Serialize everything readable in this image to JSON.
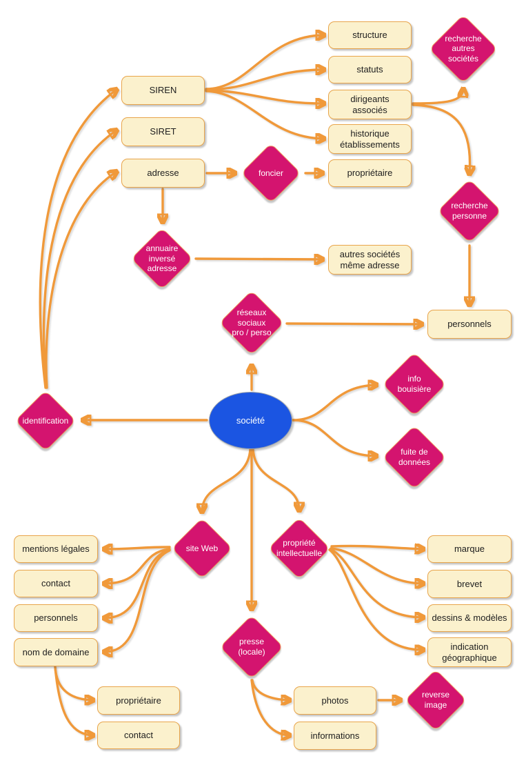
{
  "colors": {
    "arrow": "#f0993a",
    "box_fill": "#fbf1cd",
    "box_border": "#e8a44a",
    "diamond_fill": "#d4146f",
    "diamond_border": "#ef9a60",
    "ellipse_fill": "#1b55e2",
    "box_text": "#202020",
    "diamond_text": "#ffffff"
  },
  "nodes": {
    "societe": {
      "label": "société"
    },
    "identification": {
      "label": "identification"
    },
    "siren": {
      "label": "SIREN"
    },
    "siret": {
      "label": "SIRET"
    },
    "adresse": {
      "label": "adresse"
    },
    "structure": {
      "label": "structure"
    },
    "statuts": {
      "label": "statuts"
    },
    "dirigeants_associes": {
      "label": "dirigeants\nassociés"
    },
    "historique_etablissements": {
      "label": "historique\nétablissements"
    },
    "proprietaire_foncier": {
      "label": "propriétaire"
    },
    "recherche_autres_societes": {
      "label": "recherche\nautres\nsociétés"
    },
    "foncier": {
      "label": "foncier"
    },
    "recherche_personne": {
      "label": "recherche\npersonne"
    },
    "annuaire_inverse_adresse": {
      "label": "annuaire\ninversé\nadresse"
    },
    "autres_societes_meme_adresse": {
      "label": "autres sociétés\nmême adresse"
    },
    "reseaux_sociaux": {
      "label": "réseaux\nsociaux\npro / perso"
    },
    "personnels_droite": {
      "label": "personnels"
    },
    "info_bouisiere": {
      "label": "info\nbouisière"
    },
    "fuite_de_donnees": {
      "label": "fuite de\ndonnées"
    },
    "site_web": {
      "label": "site Web"
    },
    "propriete_intellectuelle": {
      "label": "propriété\nintellectuelle"
    },
    "presse_locale": {
      "label": "presse\n(locale)"
    },
    "mentions_legales": {
      "label": "mentions légales"
    },
    "contact_web": {
      "label": "contact"
    },
    "personnels_web": {
      "label": "personnels"
    },
    "nom_de_domaine": {
      "label": "nom de domaine"
    },
    "proprietaire_domaine": {
      "label": "propriétaire"
    },
    "contact_domaine": {
      "label": "contact"
    },
    "marque": {
      "label": "marque"
    },
    "brevet": {
      "label": "brevet"
    },
    "dessins_modeles": {
      "label": "dessins & modèles"
    },
    "indication_geographique": {
      "label": "indication\ngéographique"
    },
    "photos": {
      "label": "photos"
    },
    "informations": {
      "label": "informations"
    },
    "reverse_image": {
      "label": "reverse\nimage"
    }
  },
  "edges": [
    {
      "from": "identification",
      "to": "siren"
    },
    {
      "from": "identification",
      "to": "siret"
    },
    {
      "from": "identification",
      "to": "adresse"
    },
    {
      "from": "siren",
      "to": "structure"
    },
    {
      "from": "siren",
      "to": "statuts"
    },
    {
      "from": "siren",
      "to": "dirigeants_associes"
    },
    {
      "from": "siren",
      "to": "historique_etablissements"
    },
    {
      "from": "dirigeants_associes",
      "to": "recherche_autres_societes"
    },
    {
      "from": "dirigeants_associes",
      "to": "recherche_personne"
    },
    {
      "from": "adresse",
      "to": "foncier"
    },
    {
      "from": "foncier",
      "to": "proprietaire_foncier"
    },
    {
      "from": "adresse",
      "to": "annuaire_inverse_adresse"
    },
    {
      "from": "annuaire_inverse_adresse",
      "to": "autres_societes_meme_adresse"
    },
    {
      "from": "reseaux_sociaux",
      "to": "personnels_droite"
    },
    {
      "from": "recherche_personne",
      "to": "personnels_droite"
    },
    {
      "from": "societe",
      "to": "reseaux_sociaux"
    },
    {
      "from": "societe",
      "to": "identification"
    },
    {
      "from": "societe",
      "to": "info_bouisiere"
    },
    {
      "from": "societe",
      "to": "fuite_de_donnees"
    },
    {
      "from": "societe",
      "to": "site_web"
    },
    {
      "from": "societe",
      "to": "presse_locale"
    },
    {
      "from": "societe",
      "to": "propriete_intellectuelle"
    },
    {
      "from": "site_web",
      "to": "mentions_legales"
    },
    {
      "from": "site_web",
      "to": "contact_web"
    },
    {
      "from": "site_web",
      "to": "personnels_web"
    },
    {
      "from": "site_web",
      "to": "nom_de_domaine"
    },
    {
      "from": "nom_de_domaine",
      "to": "proprietaire_domaine"
    },
    {
      "from": "nom_de_domaine",
      "to": "contact_domaine"
    },
    {
      "from": "propriete_intellectuelle",
      "to": "marque"
    },
    {
      "from": "propriete_intellectuelle",
      "to": "brevet"
    },
    {
      "from": "propriete_intellectuelle",
      "to": "dessins_modeles"
    },
    {
      "from": "propriete_intellectuelle",
      "to": "indication_geographique"
    },
    {
      "from": "presse_locale",
      "to": "photos"
    },
    {
      "from": "presse_locale",
      "to": "informations"
    },
    {
      "from": "photos",
      "to": "reverse_image"
    }
  ]
}
